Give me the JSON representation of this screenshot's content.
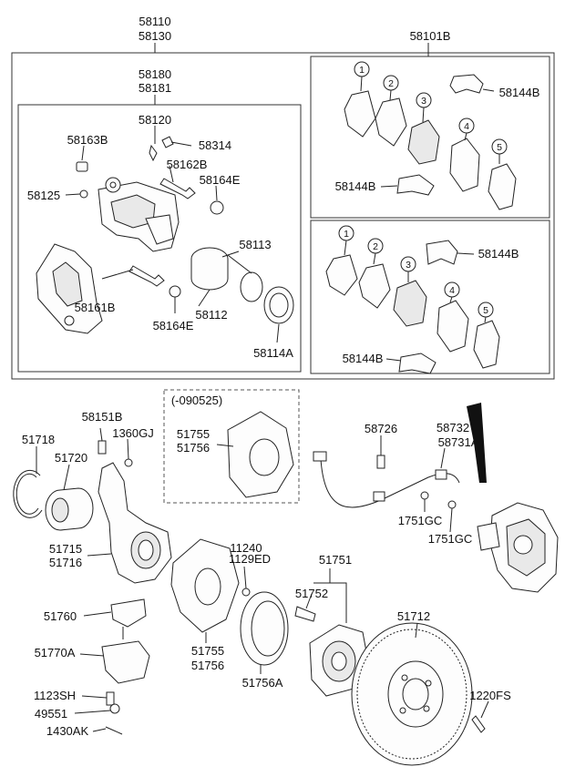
{
  "diagram": {
    "caliper_assembly": {
      "line1": "58110",
      "line2": "58130"
    },
    "caliper_body": {
      "line1": "58180",
      "line2": "58181"
    },
    "pad_kit_header": "58101B",
    "part_labels": {
      "p58120": "58120",
      "p58163B": "58163B",
      "p58314": "58314",
      "p58162B": "58162B",
      "p58164E_top": "58164E",
      "p58125": "58125",
      "p58113": "58113",
      "p58161B": "58161B",
      "p58112": "58112",
      "p58164E_bottom": "58164E",
      "p58114A": "58114A",
      "p58144B_a": "58144B",
      "p58144B_b": "58144B",
      "p58144B_c": "58144B",
      "p58144B_d": "58144B",
      "p58151B": "58151B",
      "p1360GJ": "1360GJ",
      "p51718": "51718",
      "p51720": "51720",
      "p51715": "51715",
      "p51716": "51716",
      "p51760": "51760",
      "p51770A": "51770A",
      "p1123SH": "1123SH",
      "p49551": "49551",
      "p1430AK": "1430AK",
      "shield_date": "(-090525)",
      "p51755_top": "51755",
      "p51756_top": "51756",
      "p11240": "11240",
      "p1129ED": "1129ED",
      "p51755_bottom": "51755",
      "p51756_bottom": "51756",
      "p51756A": "51756A",
      "p51751": "51751",
      "p51752": "51752",
      "p51712": "51712",
      "p1220FS": "1220FS",
      "p58726": "58726",
      "p58732": "58732",
      "p58731A": "58731A",
      "p1751GC_a": "1751GC",
      "p1751GC_b": "1751GC"
    },
    "pad_numbers": {
      "n1": "1",
      "n2": "2",
      "n3": "3",
      "n4": "4",
      "n5": "5"
    }
  }
}
